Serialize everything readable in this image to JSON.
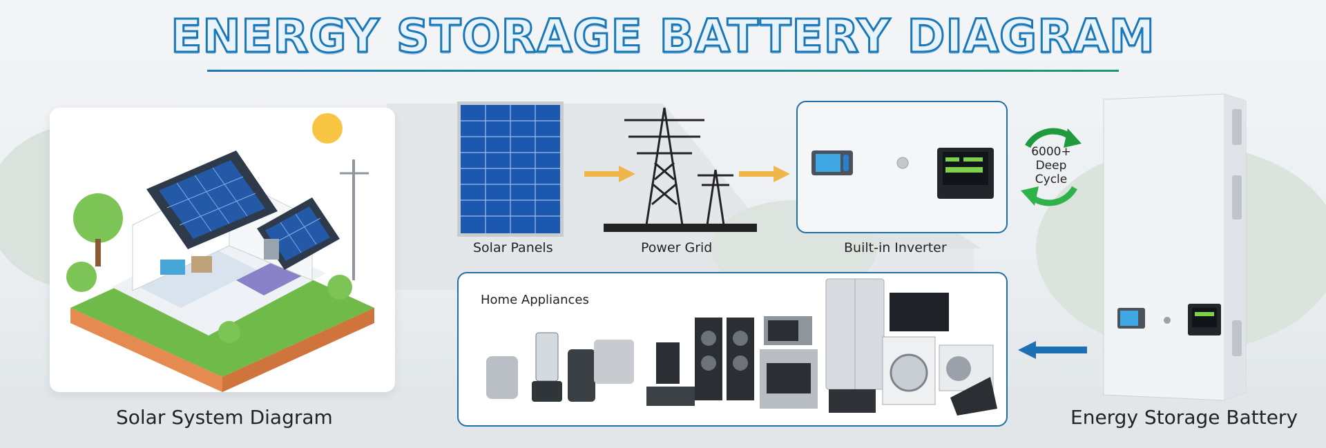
{
  "title": "ENERGY STORAGE BATTERY DIAGRAM",
  "left_panel": {
    "caption": "Solar System Diagram"
  },
  "flow": {
    "solar_panels": "Solar Panels",
    "power_grid": "Power Grid",
    "inverter": "Built-in Inverter",
    "cycle_badge": {
      "line1": "6000+",
      "line2": "Deep",
      "line3": "Cycle"
    },
    "home_appliances": "Home Appliances"
  },
  "battery": {
    "caption": "Energy Storage Battery"
  },
  "colors": {
    "title_stroke": "#1a77b8",
    "border_blue": "#1d6fa6",
    "arrow_orange": "#f0b64a",
    "arrow_blue": "#1f6fb4",
    "cycle_green": "#1f9b3e"
  }
}
